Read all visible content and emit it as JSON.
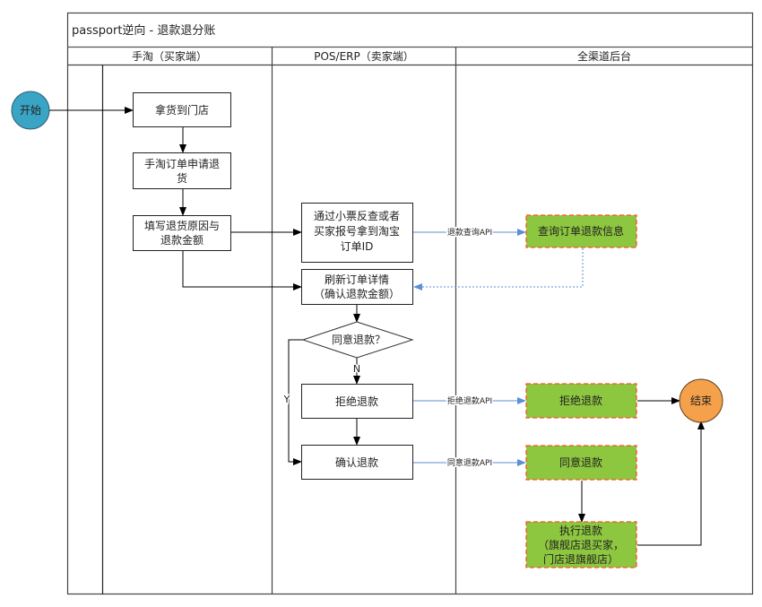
{
  "title": "passport逆向 - 退款退分账",
  "lanes": [
    {
      "label": "手淘（买家端）"
    },
    {
      "label": "POS/ERP（卖家端）"
    },
    {
      "label": "全渠道后台"
    }
  ],
  "nodes": {
    "start": "开始",
    "end": "结束",
    "pickup": "拿货到门店",
    "apply": [
      "手淘订单申请退",
      "货"
    ],
    "fill": [
      "填写退货原因与",
      "退款金额"
    ],
    "lookup": [
      "通过小票反查或者",
      "买家报号拿到淘宝",
      "订单ID"
    ],
    "refresh": [
      "刷新订单详情",
      "（确认退款金额）"
    ],
    "decision": "同意退款？",
    "reject": "拒绝退款",
    "confirm": "确认退款",
    "query_info": "查询订单退款信息",
    "reject_back": "拒绝退款",
    "agree_back": "同意退款",
    "execute": [
      "执行退款",
      "（旗舰店退买家，",
      "门店退旗舰店）"
    ]
  },
  "edges": {
    "query_api": "退款查询API",
    "reject_api": "拒绝退款API",
    "agree_api": "同意退款API",
    "no": "N",
    "yes": "Y"
  },
  "colors": {
    "start_fill": "#3aa4c4",
    "end_fill": "#f5a04a",
    "system_fill": "#8dc63f",
    "system_border": "#ff4f2a",
    "api_line": "#5b8fd6"
  }
}
